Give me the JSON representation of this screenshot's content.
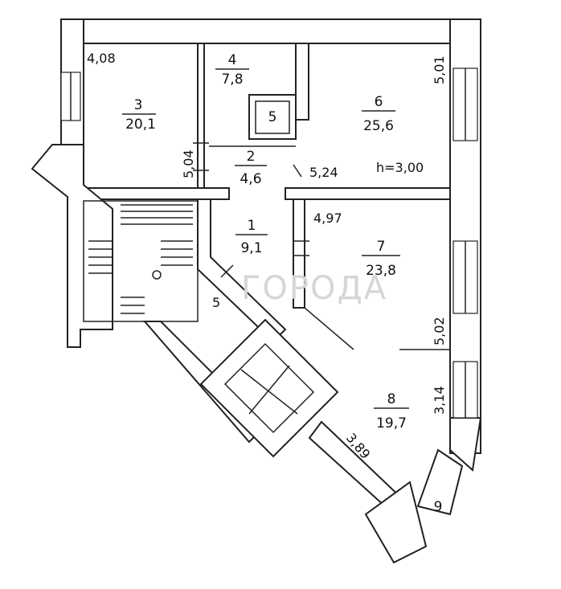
{
  "rooms": [
    {
      "num": "1",
      "area": "9,1"
    },
    {
      "num": "2",
      "area": "4,6"
    },
    {
      "num": "3",
      "area": "20,1"
    },
    {
      "num": "4",
      "area": "7,8"
    },
    {
      "num": "5",
      "area": ""
    },
    {
      "num": "6",
      "area": "25,6"
    },
    {
      "num": "7",
      "area": "23,8"
    },
    {
      "num": "8",
      "area": "19,7"
    },
    {
      "num": "9",
      "area": ""
    }
  ],
  "dims": {
    "d408": "4,08",
    "d501": "5,01",
    "d504": "5,04",
    "d524": "5,24",
    "d497": "4,97",
    "d502": "5,02",
    "d314": "3,14",
    "d389": "3,89",
    "d5": "5"
  },
  "ceiling": "h=3,00",
  "watermark": "ГОРОДА"
}
